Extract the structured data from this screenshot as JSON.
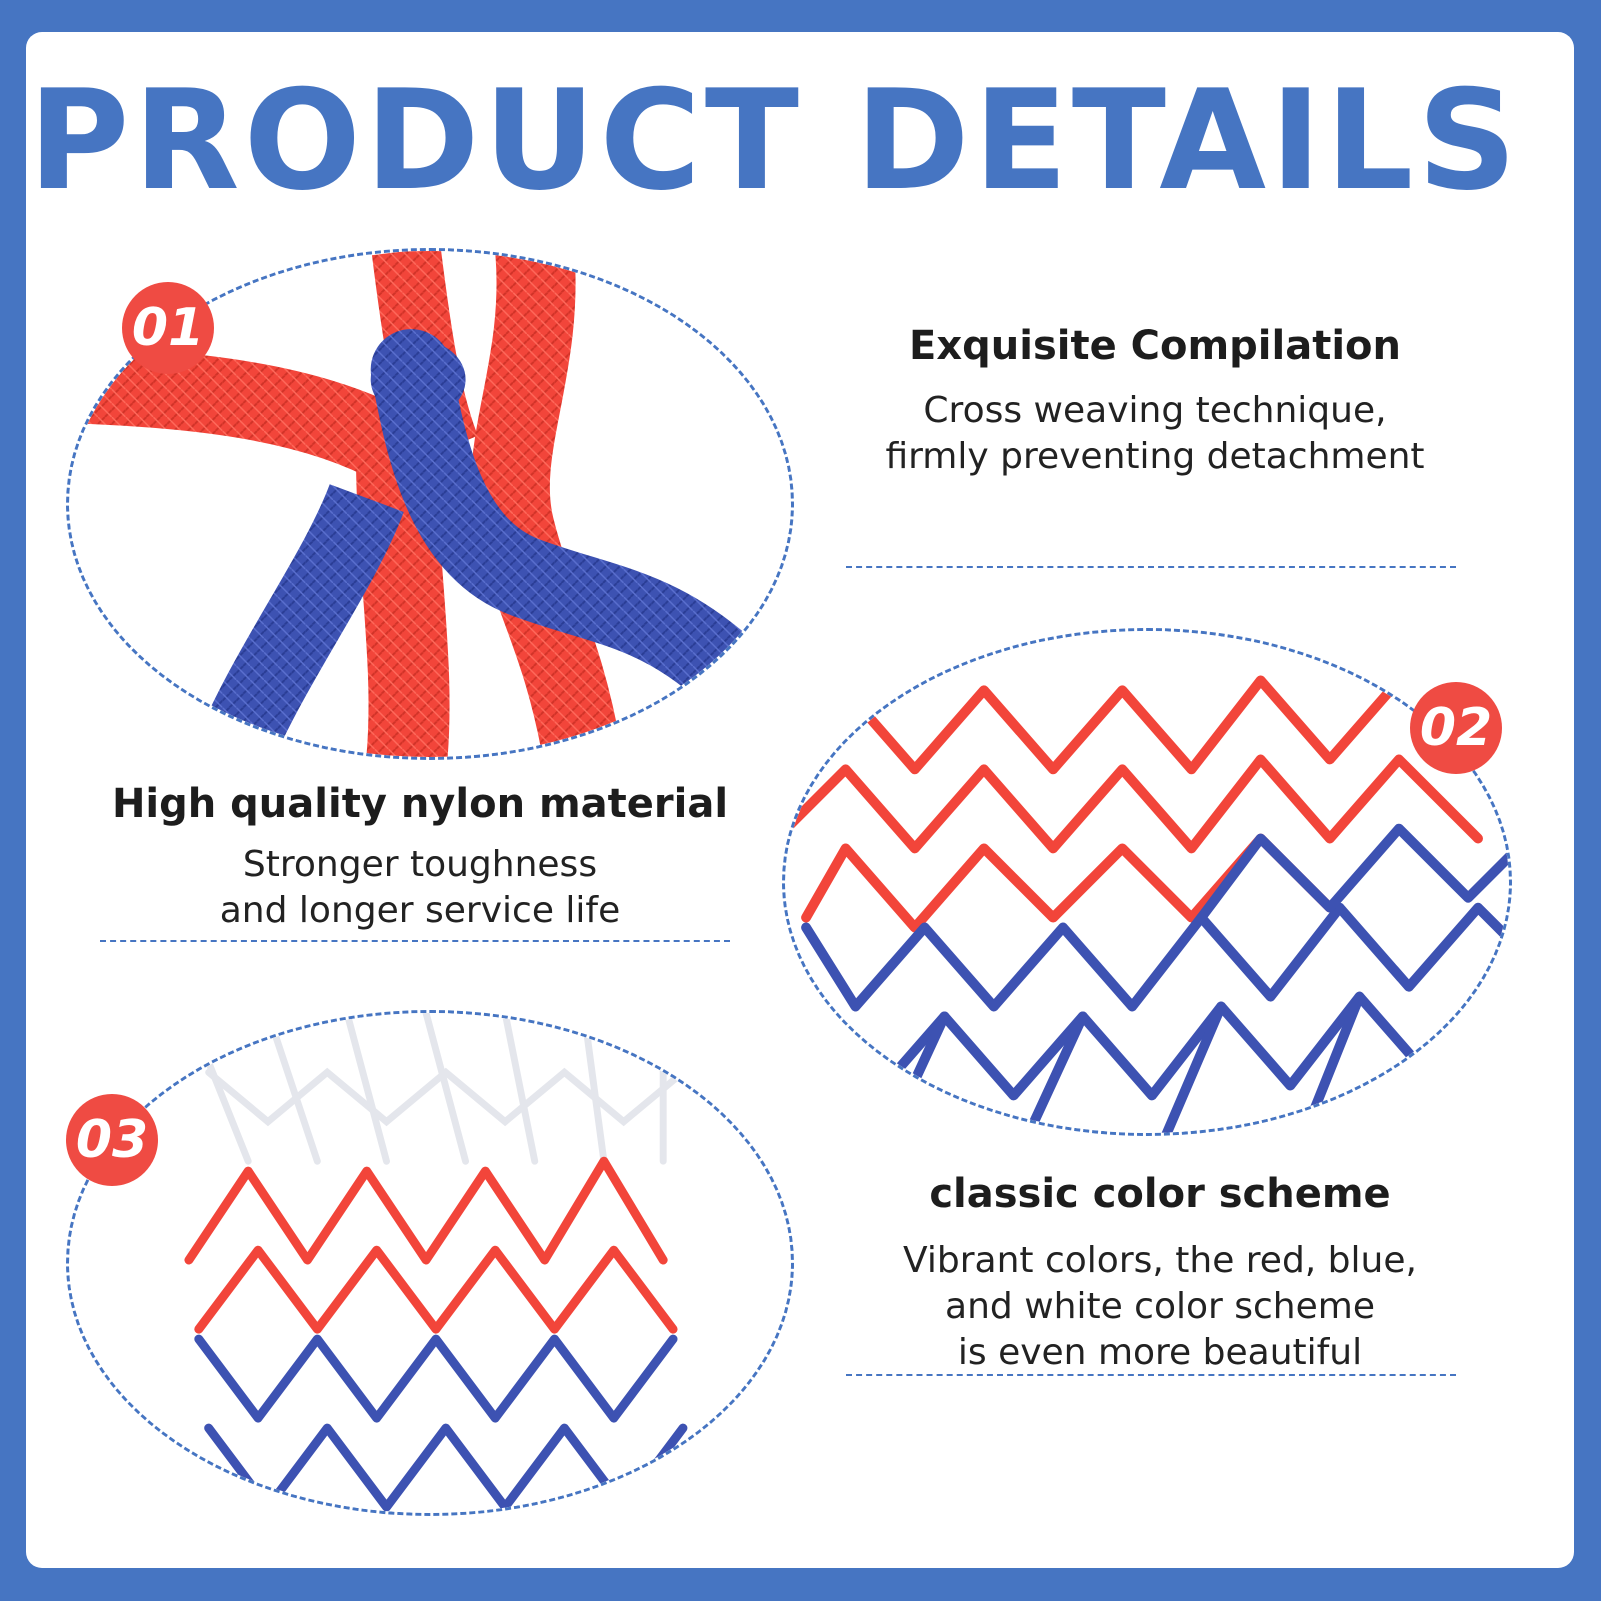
{
  "page_title": "PRODUCT DETAILS",
  "colors": {
    "brand_blue": "#4675c2",
    "badge_red": "#ef4b43",
    "net_red": "#f2453a",
    "net_blue": "#3d52b2"
  },
  "features": [
    {
      "number": "01",
      "heading": "High quality nylon material",
      "lines": [
        "Stronger toughness",
        "and longer service life"
      ]
    },
    {
      "number": "02",
      "heading": "Exquisite Compilation",
      "lines": [
        "Cross weaving technique,",
        "firmly preventing detachment"
      ]
    },
    {
      "number": "03",
      "heading": "classic color scheme",
      "lines": [
        "Vibrant colors, the red, blue,",
        "and white color scheme",
        "is even more beautiful"
      ]
    }
  ]
}
